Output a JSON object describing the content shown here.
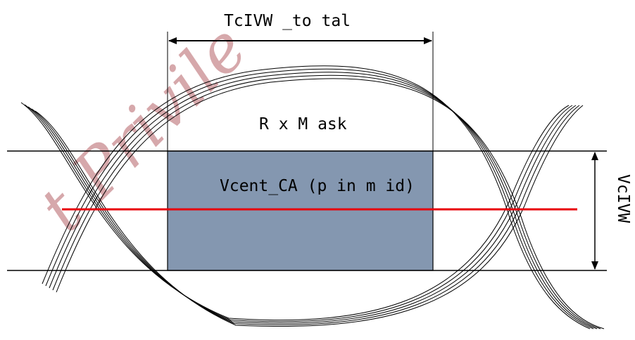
{
  "labels": {
    "total_width": "TcIVW _to tal",
    "mask": "R x M ask",
    "center": "Vcent_CA (p in m id)",
    "height": "VcIVW"
  },
  "watermark": "t Privile",
  "colors": {
    "mask_fill": "#8497b0",
    "center_line": "#e8000b",
    "stroke": "#000000",
    "watermark": "#c98b8f"
  }
}
